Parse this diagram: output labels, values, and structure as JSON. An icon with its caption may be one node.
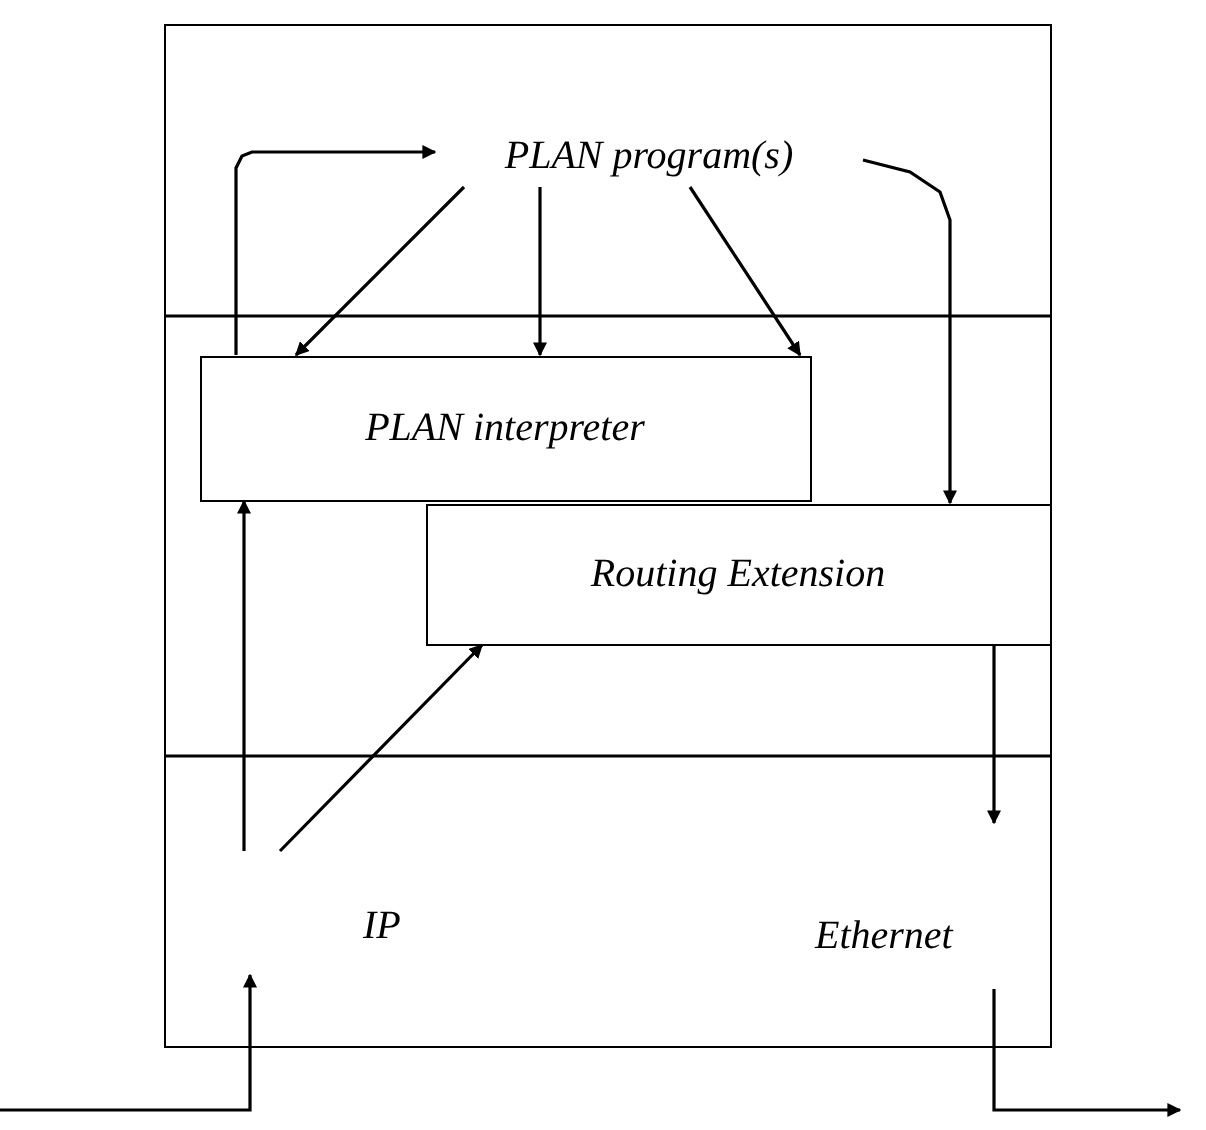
{
  "diagram": {
    "nodes": [
      {
        "text": [],
        "shape": "box"
      },
      {
        "text": [
          "PLAN program(s)"
        ],
        "in": 0
      },
      {
        "text": [
          "PLAN interpreter"
        ],
        "in": 0
      },
      {
        "text": [
          "Routing Extension"
        ],
        "in": 0
      },
      {
        "text": [
          "IP"
        ],
        "in": 0
      },
      {
        "text": [
          "Ethernet"
        ],
        "in": 0
      }
    ],
    "edges": [
      {
        "from": 1,
        "to": 2,
        "arrow": "to"
      },
      {
        "from": 1,
        "to": 2,
        "arrow": "to"
      },
      {
        "from": 1,
        "to": 2,
        "arrow": "to"
      },
      {
        "from": 2,
        "to": 1,
        "arrow": "to"
      },
      {
        "from": 1,
        "to": 3,
        "arrow": "to"
      },
      {
        "from": 4,
        "to": 2,
        "arrow": "to"
      },
      {
        "from": 4,
        "to": 3,
        "arrow": "to"
      },
      {
        "from": 3,
        "to": 5,
        "arrow": "to"
      },
      {
        "from": null,
        "to": 4,
        "arrow": "to"
      },
      {
        "from": 5,
        "to": null,
        "arrow": "to"
      }
    ]
  }
}
